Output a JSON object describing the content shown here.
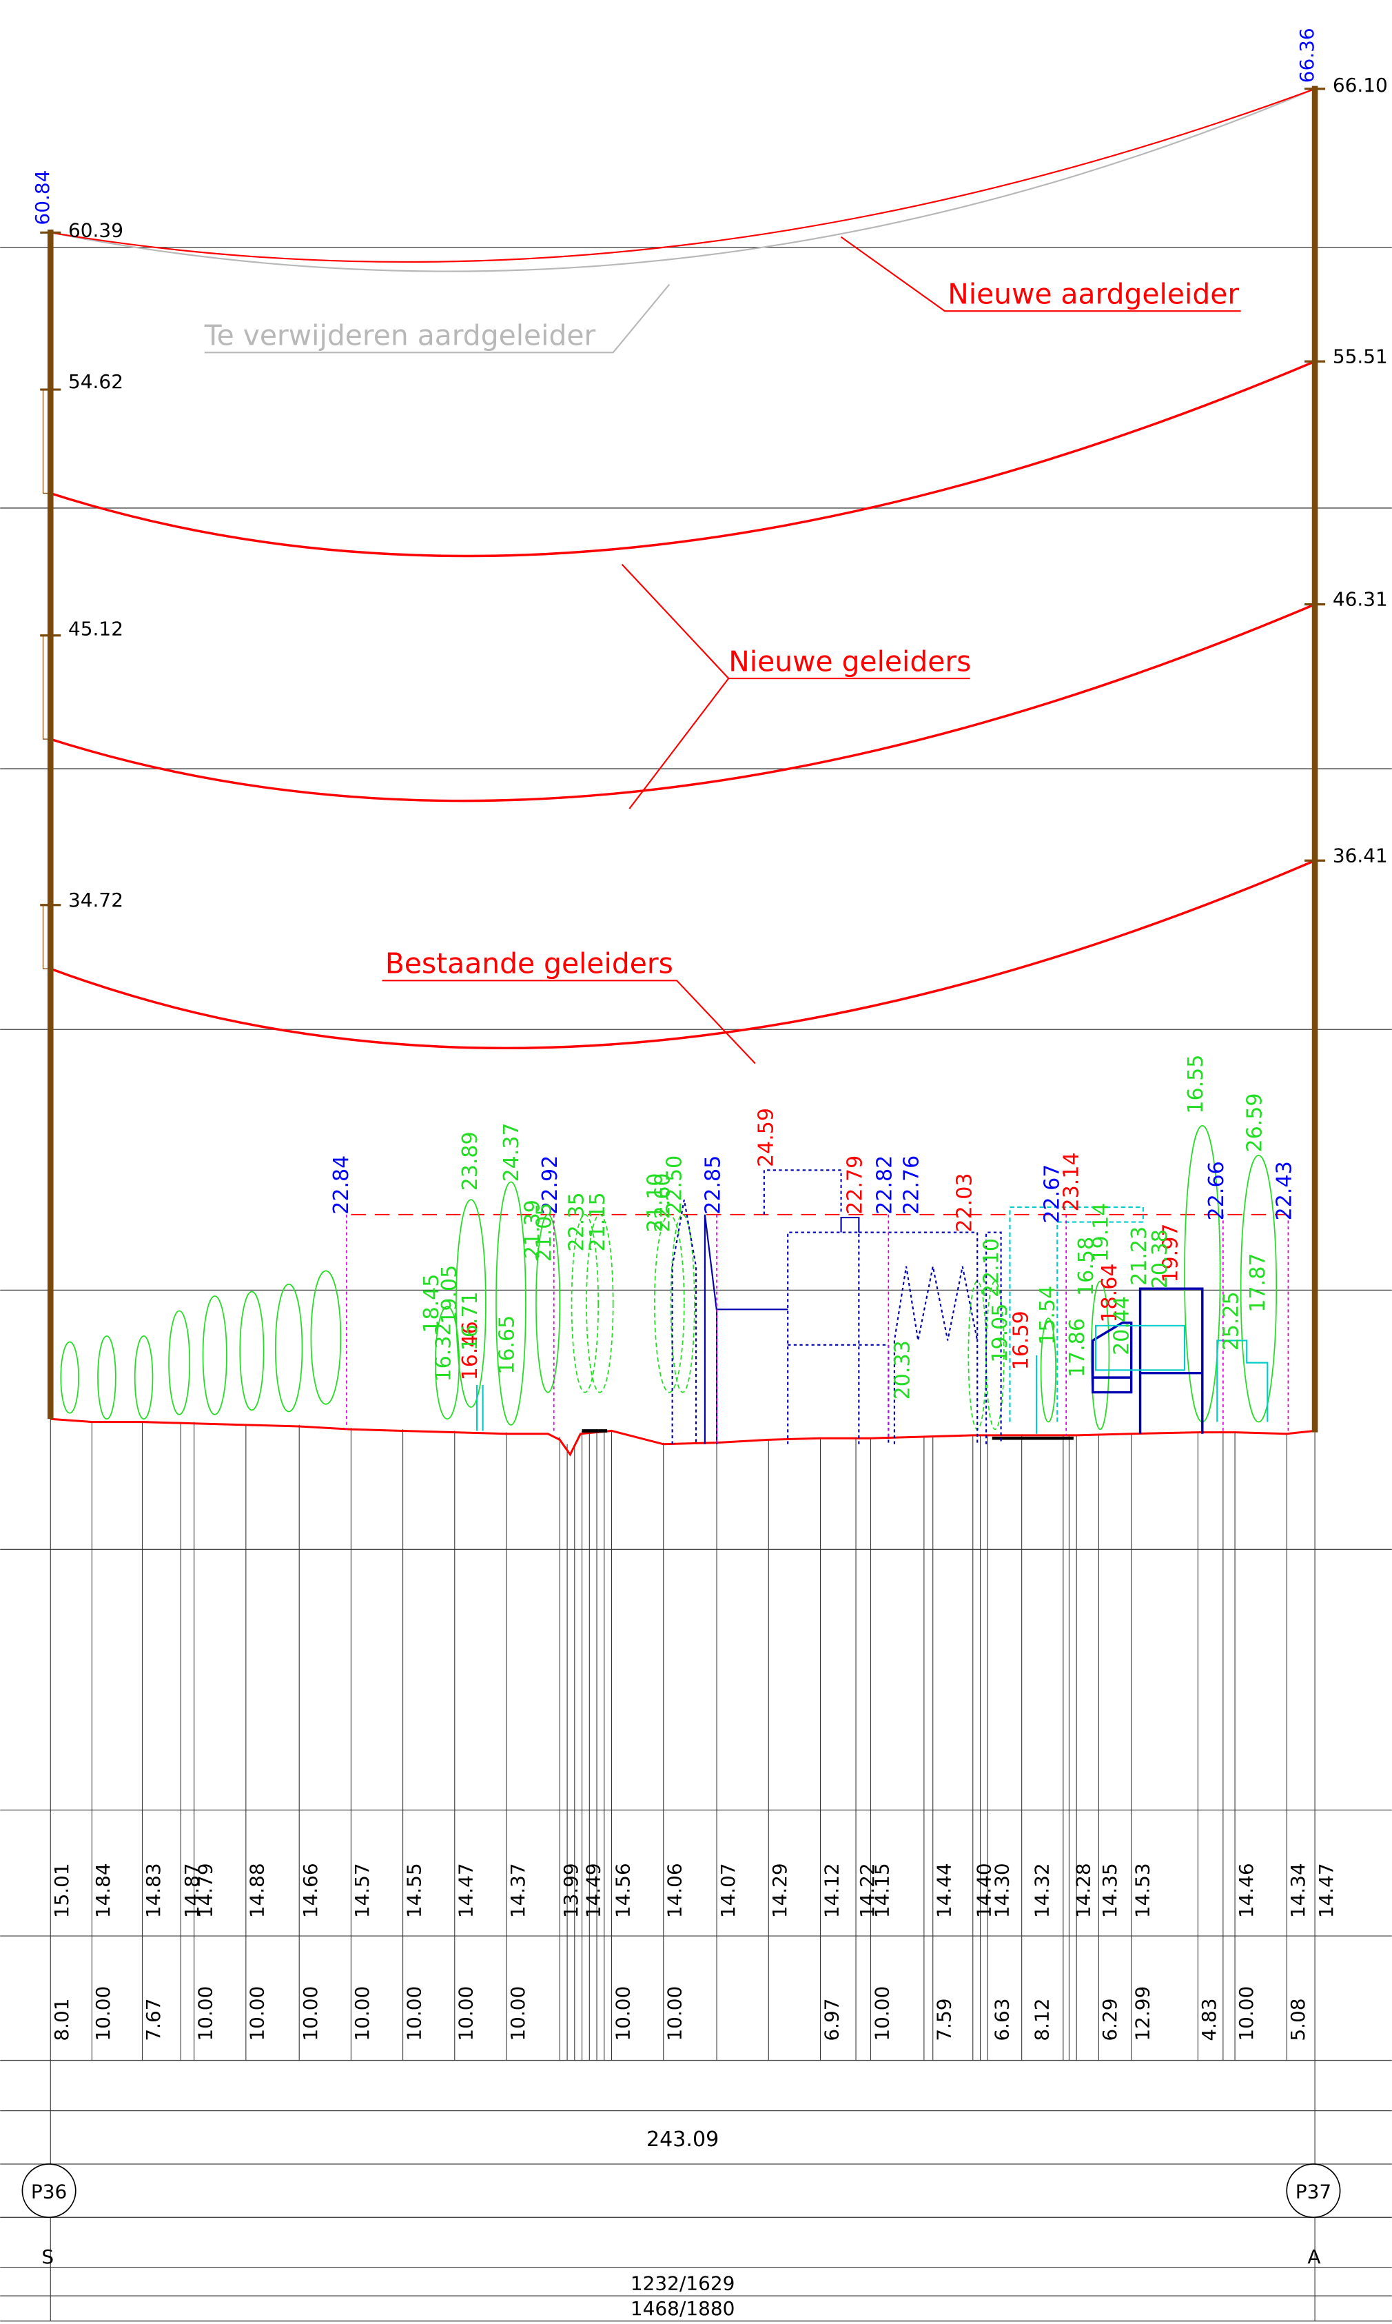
{
  "towers": [
    {
      "code": "P36",
      "top_label": "60.84",
      "bottom_code": "S",
      "attachments": [
        "60.39",
        "54.62",
        "45.12",
        "34.72"
      ]
    },
    {
      "code": "P37",
      "top_label": "66.36",
      "bottom_code": "A",
      "attachments": [
        "66.10",
        "55.51",
        "46.31",
        "36.41"
      ]
    }
  ],
  "labels": {
    "new_earth_wire": "Nieuwe aardgeleider",
    "remove_earth_wire": "Te verwijderen aardgeleider",
    "new_conductors": "Nieuwe geleiders",
    "existing_conductors": "Bestaande geleiders"
  },
  "obstacles": {
    "blue": [
      "22.84",
      "22.92",
      "22.85",
      "22.82",
      "22.76",
      "22.67",
      "22.66",
      "22.43"
    ],
    "red": [
      "24.59",
      "22.79",
      "22.03",
      "23.14",
      "19.97",
      "18.64",
      "16.59",
      "16.46"
    ],
    "green": [
      "18.45",
      "16.32",
      "19.05",
      "16.71",
      "23.89",
      "16.65",
      "24.37",
      "21.39",
      "21.05",
      "22.35",
      "21.15",
      "21.10",
      "22.60",
      "22.50",
      "22.10",
      "20.33",
      "15.54",
      "17.86",
      "16.58",
      "19.14",
      "21.23",
      "20.38",
      "20.44",
      "16.55",
      "26.59",
      "25.25",
      "17.87",
      "19.05"
    ]
  },
  "ground_heights": [
    "15.01",
    "14.84",
    "14.83",
    "14.87",
    "14.79",
    "14.88",
    "14.66",
    "14.57",
    "14.55",
    "14.47",
    "14.37",
    "13.99",
    "14.49",
    "14.56",
    "14.06",
    "14.07",
    "14.29",
    "14.12",
    "14.22",
    "14.15",
    "14.44",
    "14.40",
    "14.30",
    "14.32",
    "14.28",
    "14.35",
    "14.53",
    "14.46",
    "14.34",
    "14.47"
  ],
  "segment_lengths": [
    "8.01",
    "10.00",
    "7.67",
    "10.00",
    "10.00",
    "10.00",
    "10.00",
    "10.00",
    "10.00",
    "10.00",
    "10.00",
    "10.00",
    "6.97",
    "10.00",
    "7.59",
    "6.63",
    "8.12",
    "6.29",
    "12.99",
    "4.83",
    "10.00",
    "5.08"
  ],
  "span_length": "243.09",
  "footer_rows": [
    "1232/1629",
    "1468/1880"
  ],
  "colors": {
    "tower": "#7a4a0c",
    "conductor": "#ff0000",
    "removed": "#b8b8b8",
    "tree": "#22dd22",
    "building": "#0000b0",
    "cyan": "#00cccc",
    "magenta": "#dd00dd",
    "blue_text": "#0000ff",
    "red_text": "#ff0000",
    "grid": "#444444"
  }
}
